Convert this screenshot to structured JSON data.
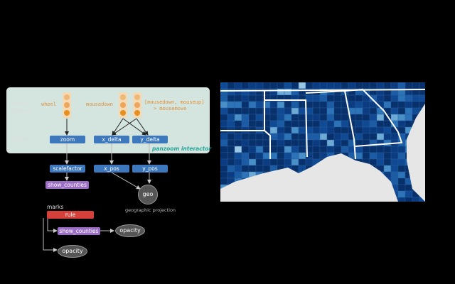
{
  "diagram": {
    "interactor_label": "panzoom interactor",
    "rows": {
      "event_streams": "event\nstreams",
      "signals": "signals",
      "marks": "marks"
    },
    "streams": {
      "wheel": "wheel",
      "mousedown": "mousedown",
      "drag_line1": "[mousedown, mouseup]",
      "drag_line2": "> mousemove"
    },
    "signals": {
      "zoom": "zoom",
      "x_delta": "x_delta",
      "y_delta": "y_delta",
      "scalefactor": "scalefactor",
      "x_pos": "x_pos",
      "y_pos": "y_pos",
      "show_counties": "show_counties"
    },
    "geo": {
      "label": "geo",
      "caption": "geographic projection"
    },
    "marks": {
      "rule": "rule",
      "show_counties": "show_counties",
      "opacity1": "opacity",
      "opacity2": "opacity"
    }
  },
  "colors": {
    "signal": "#3d78bd",
    "param": "#9b6dc4",
    "mark": "#d5403a",
    "stream": "#e0913a",
    "map_shades": [
      "#08306b",
      "#0b3c82",
      "#114a94",
      "#1c5ca5",
      "#2c73b8",
      "#4a90c8",
      "#6eaad6",
      "#9ac7e4"
    ],
    "water": "#e6e6e6"
  },
  "map": {
    "icon": "choropleth-map-southeast-us-counties"
  }
}
